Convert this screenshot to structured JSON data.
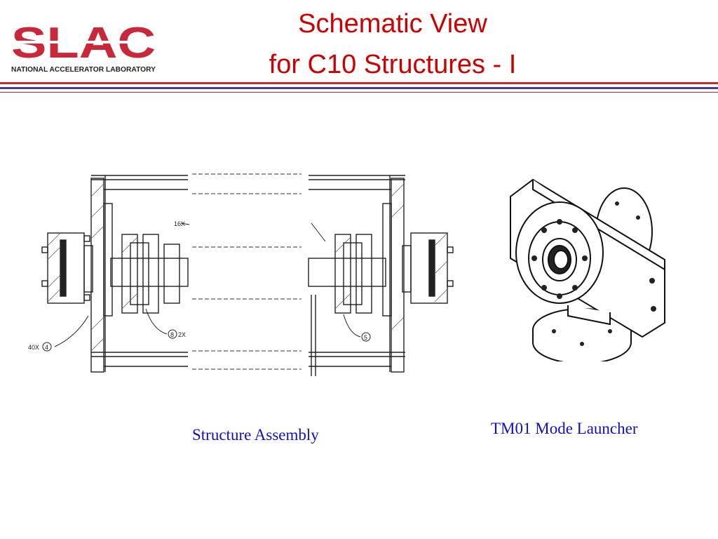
{
  "slide": {
    "title_line1": "Schematic View",
    "title_line2": "for C10 Structures - I"
  },
  "logo": {
    "wordmark": "SLAC",
    "subtitle": "NATIONAL ACCELERATOR LABORATORY"
  },
  "figures": {
    "assembly": {
      "caption": "Structure Assembly",
      "callouts": [
        "16X",
        "40X",
        "4",
        "8",
        "2X",
        "5"
      ]
    },
    "launcher": {
      "caption": "TM01 Mode Launcher"
    }
  },
  "colors": {
    "title": "#cc0000",
    "brand_red": "#cc2a2a",
    "brand_blue": "#3d3f98",
    "caption": "#1010c0"
  }
}
